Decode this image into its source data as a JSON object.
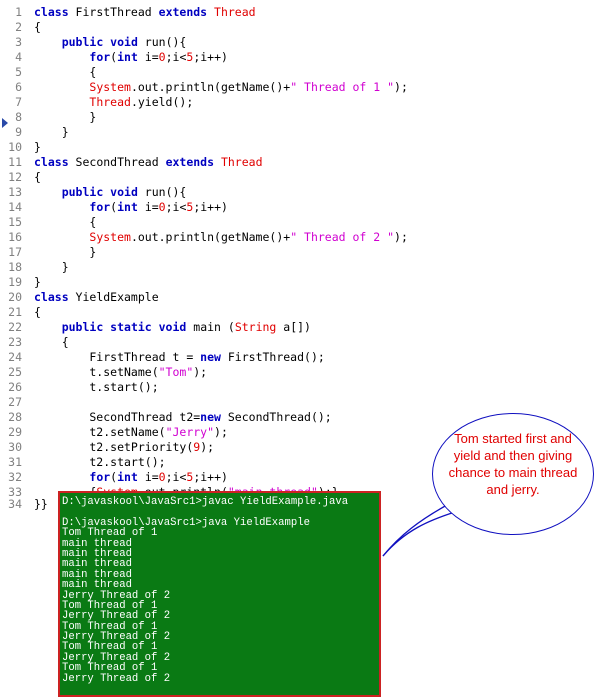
{
  "code_lines": [
    {
      "n": "1",
      "segs": [
        [
          "kw",
          "class "
        ],
        [
          "",
          "FirstThread "
        ],
        [
          "kw",
          "extends "
        ],
        [
          "ty",
          "Thread"
        ]
      ]
    },
    {
      "n": "2",
      "segs": [
        [
          "",
          "{"
        ]
      ]
    },
    {
      "n": "3",
      "segs": [
        [
          "",
          "    "
        ],
        [
          "kw",
          "public void "
        ],
        [
          "",
          "run(){"
        ]
      ]
    },
    {
      "n": "4",
      "segs": [
        [
          "",
          "        "
        ],
        [
          "kw",
          "for"
        ],
        [
          "",
          "("
        ],
        [
          "kw",
          "int "
        ],
        [
          "",
          "i="
        ],
        [
          "nm",
          "0"
        ],
        [
          "",
          ";i<"
        ],
        [
          "nm",
          "5"
        ],
        [
          "",
          ";i++)"
        ]
      ]
    },
    {
      "n": "5",
      "segs": [
        [
          "",
          "        {"
        ]
      ]
    },
    {
      "n": "6",
      "segs": [
        [
          "",
          "        "
        ],
        [
          "ty",
          "System"
        ],
        [
          "",
          ".out.println(getName()+"
        ],
        [
          "st",
          "\" Thread of 1 \""
        ],
        [
          "",
          ");"
        ]
      ]
    },
    {
      "n": "7",
      "segs": [
        [
          "",
          "        "
        ],
        [
          "ty",
          "Thread"
        ],
        [
          "",
          ".yield();"
        ]
      ]
    },
    {
      "n": "8",
      "segs": [
        [
          "",
          "        }"
        ]
      ]
    },
    {
      "n": "9",
      "segs": [
        [
          "",
          "    }"
        ]
      ]
    },
    {
      "n": "10",
      "segs": [
        [
          "",
          "}"
        ]
      ]
    },
    {
      "n": "11",
      "segs": [
        [
          "kw",
          "class "
        ],
        [
          "",
          "SecondThread "
        ],
        [
          "kw",
          "extends "
        ],
        [
          "ty",
          "Thread"
        ]
      ]
    },
    {
      "n": "12",
      "segs": [
        [
          "",
          "{"
        ]
      ]
    },
    {
      "n": "13",
      "segs": [
        [
          "",
          "    "
        ],
        [
          "kw",
          "public void "
        ],
        [
          "",
          "run(){"
        ]
      ]
    },
    {
      "n": "14",
      "segs": [
        [
          "",
          "        "
        ],
        [
          "kw",
          "for"
        ],
        [
          "",
          "("
        ],
        [
          "kw",
          "int "
        ],
        [
          "",
          "i="
        ],
        [
          "nm",
          "0"
        ],
        [
          "",
          ";i<"
        ],
        [
          "nm",
          "5"
        ],
        [
          "",
          ";i++)"
        ]
      ]
    },
    {
      "n": "15",
      "segs": [
        [
          "",
          "        {"
        ]
      ]
    },
    {
      "n": "16",
      "segs": [
        [
          "",
          "        "
        ],
        [
          "ty",
          "System"
        ],
        [
          "",
          ".out.println(getName()+"
        ],
        [
          "st",
          "\" Thread of 2 \""
        ],
        [
          "",
          ");"
        ]
      ]
    },
    {
      "n": "17",
      "segs": [
        [
          "",
          "        }"
        ]
      ]
    },
    {
      "n": "18",
      "segs": [
        [
          "",
          "    }"
        ]
      ]
    },
    {
      "n": "19",
      "segs": [
        [
          "",
          "}"
        ]
      ]
    },
    {
      "n": "20",
      "segs": [
        [
          "kw",
          "class "
        ],
        [
          "",
          "YieldExample"
        ]
      ]
    },
    {
      "n": "21",
      "segs": [
        [
          "",
          "{"
        ]
      ]
    },
    {
      "n": "22",
      "segs": [
        [
          "",
          "    "
        ],
        [
          "kw",
          "public static void "
        ],
        [
          "",
          "main ("
        ],
        [
          "ty",
          "String "
        ],
        [
          "",
          "a[])"
        ]
      ]
    },
    {
      "n": "23",
      "segs": [
        [
          "",
          "    {"
        ]
      ]
    },
    {
      "n": "24",
      "segs": [
        [
          "",
          "        FirstThread t = "
        ],
        [
          "kw",
          "new "
        ],
        [
          "",
          "FirstThread();"
        ]
      ]
    },
    {
      "n": "25",
      "segs": [
        [
          "",
          "        t.setName("
        ],
        [
          "st",
          "\"Tom\""
        ],
        [
          "",
          ");"
        ]
      ]
    },
    {
      "n": "26",
      "segs": [
        [
          "",
          "        t.start();"
        ]
      ]
    },
    {
      "n": "27",
      "segs": [
        [
          "",
          ""
        ]
      ]
    },
    {
      "n": "28",
      "segs": [
        [
          "",
          "        SecondThread t2="
        ],
        [
          "kw",
          "new "
        ],
        [
          "",
          "SecondThread();"
        ]
      ]
    },
    {
      "n": "29",
      "segs": [
        [
          "",
          "        t2.setName("
        ],
        [
          "st",
          "\"Jerry\""
        ],
        [
          "",
          ");"
        ]
      ]
    },
    {
      "n": "30",
      "segs": [
        [
          "",
          "        t2.setPriority("
        ],
        [
          "nm",
          "9"
        ],
        [
          "",
          ");"
        ]
      ]
    },
    {
      "n": "31",
      "segs": [
        [
          "",
          "        t2.start();"
        ]
      ]
    },
    {
      "n": "32",
      "segs": [
        [
          "",
          "        "
        ],
        [
          "kw",
          "for"
        ],
        [
          "",
          "("
        ],
        [
          "kw",
          "int "
        ],
        [
          "",
          "i="
        ],
        [
          "nm",
          "0"
        ],
        [
          "",
          ";i<"
        ],
        [
          "nm",
          "5"
        ],
        [
          "",
          ";i++)"
        ]
      ]
    },
    {
      "n": "33",
      "segs": [
        [
          "",
          "        {"
        ],
        [
          "ty",
          "System"
        ],
        [
          "",
          ".out.println("
        ],
        [
          "st",
          "\"main thread\""
        ],
        [
          "",
          ");}"
        ]
      ]
    },
    {
      "n": "34",
      "segs": [
        [
          "",
          "}}"
        ]
      ]
    }
  ],
  "console": {
    "lines": [
      "D:\\javaskool\\JavaSrc1>javac YieldExample.java",
      "",
      "D:\\javaskool\\JavaSrc1>java YieldExample",
      "Tom Thread of 1",
      "main thread",
      "main thread",
      "main thread",
      "main thread",
      "main thread",
      "Jerry Thread of 2",
      "Tom Thread of 1",
      "Jerry Thread of 2",
      "Tom Thread of 1",
      "Jerry Thread of 2",
      "Tom Thread of 1",
      "Jerry Thread of 2",
      "Tom Thread of 1",
      "Jerry Thread of 2"
    ]
  },
  "callout": {
    "text": "Tom started first and yield and then giving chance to main thread and jerry."
  }
}
